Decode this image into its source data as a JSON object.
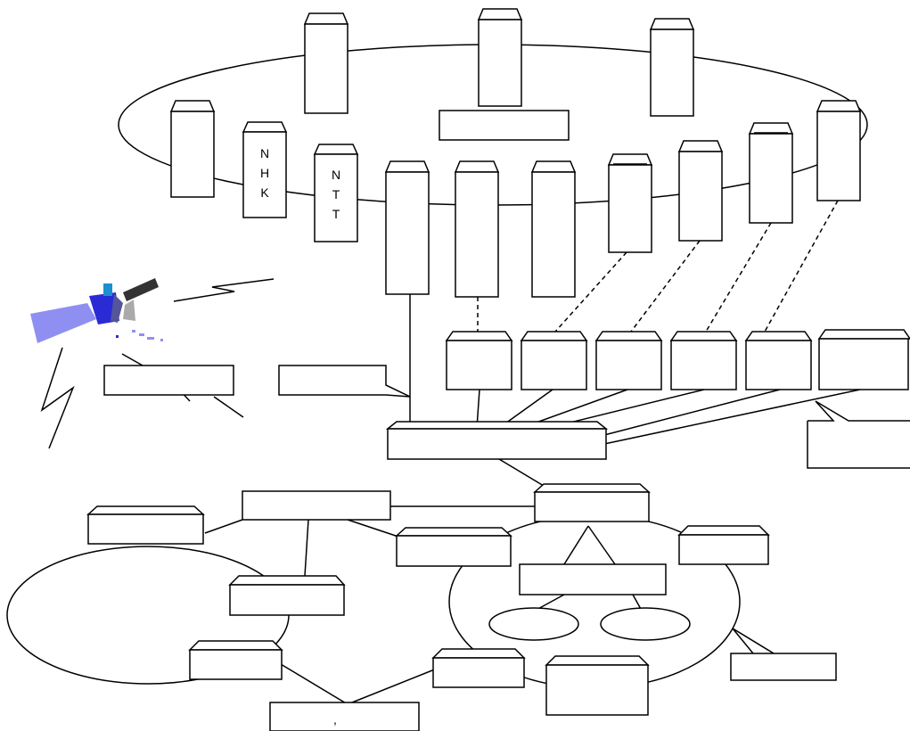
{
  "labels": {
    "nhk": [
      "N",
      "H",
      "K"
    ],
    "ntt": [
      "N",
      "T",
      "T"
    ],
    "bottom_box": ","
  },
  "colors": {
    "stroke": "#000000",
    "fill": "#ffffff",
    "satellite_body": "#2b2bd6",
    "satellite_panel": "#8f8ff2",
    "satellite_accent": "#1c8fd0",
    "satellite_dark": "#333333"
  },
  "icons": {
    "satellite": "satellite-icon",
    "lightning": "lightning-bolt-icon"
  }
}
